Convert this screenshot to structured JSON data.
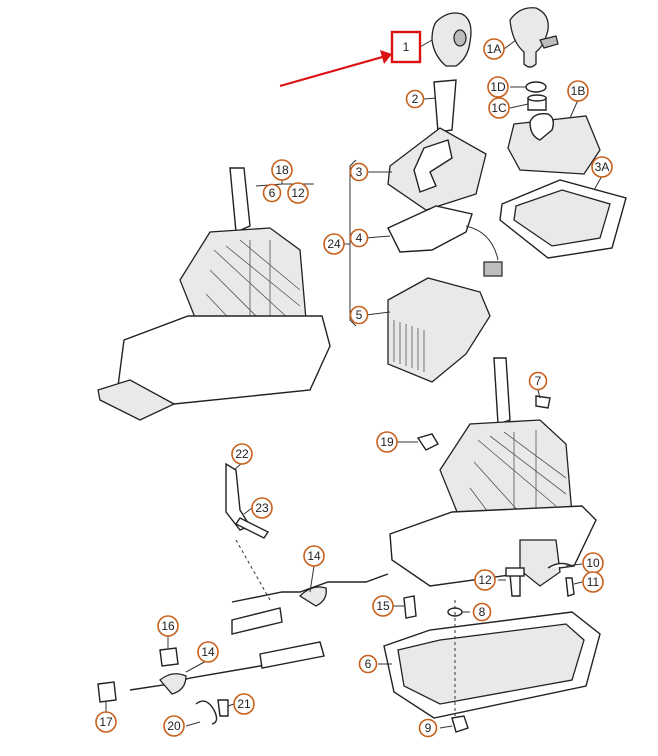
{
  "diagram": {
    "callouts": [
      {
        "id": "c1",
        "label": "1"
      },
      {
        "id": "c1a",
        "label": "1A"
      },
      {
        "id": "c1d",
        "label": "1D"
      },
      {
        "id": "c1c",
        "label": "1C"
      },
      {
        "id": "c1b",
        "label": "1B"
      },
      {
        "id": "c2",
        "label": "2"
      },
      {
        "id": "c3",
        "label": "3"
      },
      {
        "id": "c3a",
        "label": "3A"
      },
      {
        "id": "c4",
        "label": "4"
      },
      {
        "id": "c5",
        "label": "5"
      },
      {
        "id": "c24",
        "label": "24"
      },
      {
        "id": "c18",
        "label": "18"
      },
      {
        "id": "c6a",
        "label": "6"
      },
      {
        "id": "c12a",
        "label": "12"
      },
      {
        "id": "c7",
        "label": "7"
      },
      {
        "id": "c19",
        "label": "19"
      },
      {
        "id": "c22",
        "label": "22"
      },
      {
        "id": "c23",
        "label": "23"
      },
      {
        "id": "c14a",
        "label": "14"
      },
      {
        "id": "c14b",
        "label": "14"
      },
      {
        "id": "c16",
        "label": "16"
      },
      {
        "id": "c17",
        "label": "17"
      },
      {
        "id": "c20",
        "label": "20"
      },
      {
        "id": "c21",
        "label": "21"
      },
      {
        "id": "c15",
        "label": "15"
      },
      {
        "id": "c8",
        "label": "8"
      },
      {
        "id": "c12b",
        "label": "12"
      },
      {
        "id": "c10",
        "label": "10"
      },
      {
        "id": "c11",
        "label": "11"
      },
      {
        "id": "c6b",
        "label": "6"
      },
      {
        "id": "c9",
        "label": "9"
      }
    ],
    "colors": {
      "callout_ring": "#c8601c",
      "highlight": "#d11111",
      "line": "#222222"
    }
  }
}
